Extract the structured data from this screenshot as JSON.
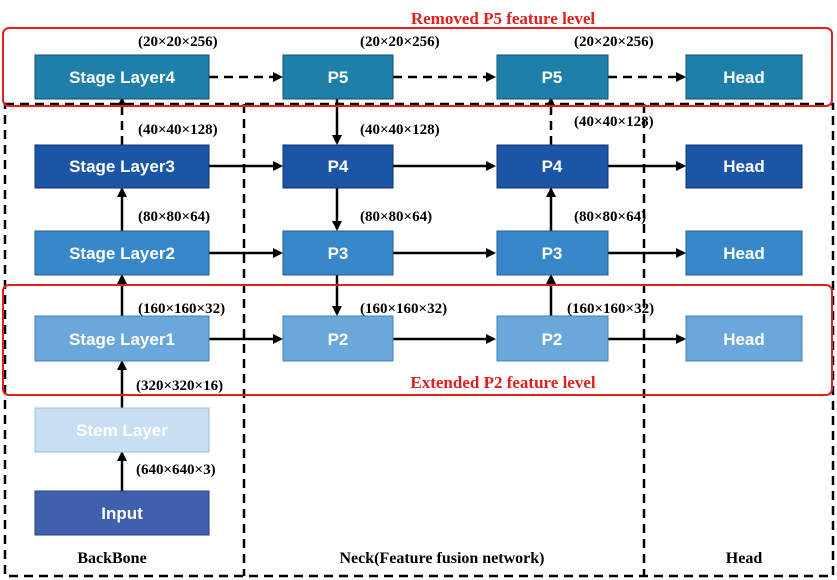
{
  "annotations": {
    "removed": "Removed P5 feature level",
    "extended": "Extended P2 feature level"
  },
  "sections": {
    "backbone": "BackBone",
    "neck": "Neck(Feature fusion network)",
    "head": "Head"
  },
  "backbone": {
    "stage4": "Stage Layer4",
    "stage3": "Stage Layer3",
    "stage2": "Stage Layer2",
    "stage1": "Stage Layer1",
    "stem": "Stem Layer",
    "input": "Input"
  },
  "neck_left": {
    "p5": "P5",
    "p4": "P4",
    "p3": "P3",
    "p2": "P2"
  },
  "neck_right": {
    "p5": "P5",
    "p4": "P4",
    "p3": "P3",
    "p2": "P2"
  },
  "heads": {
    "h5": "Head",
    "h4": "Head",
    "h3": "Head",
    "h2": "Head"
  },
  "dims": {
    "d20a": "(20×20×256)",
    "d20b": "(20×20×256)",
    "d20c": "(20×20×256)",
    "d40a": "(40×40×128)",
    "d40b": "(40×40×128)",
    "d40c": "(40×40×128)",
    "d80a": "(80×80×64)",
    "d80b": "(80×80×64)",
    "d80c": "(80×80×64)",
    "d160a": "(160×160×32)",
    "d160b": "(160×160×32)",
    "d160c": "(160×160×32)",
    "d320": "(320×320×16)",
    "d640": "(640×640×3)"
  },
  "colors": {
    "level4": "#1e7fa8",
    "level3": "#1a55a6",
    "level2": "#3787c9",
    "level1": "#6aa8db",
    "stem": "#c8dff2",
    "input": "#3f61ad",
    "red": "#e0201e"
  }
}
